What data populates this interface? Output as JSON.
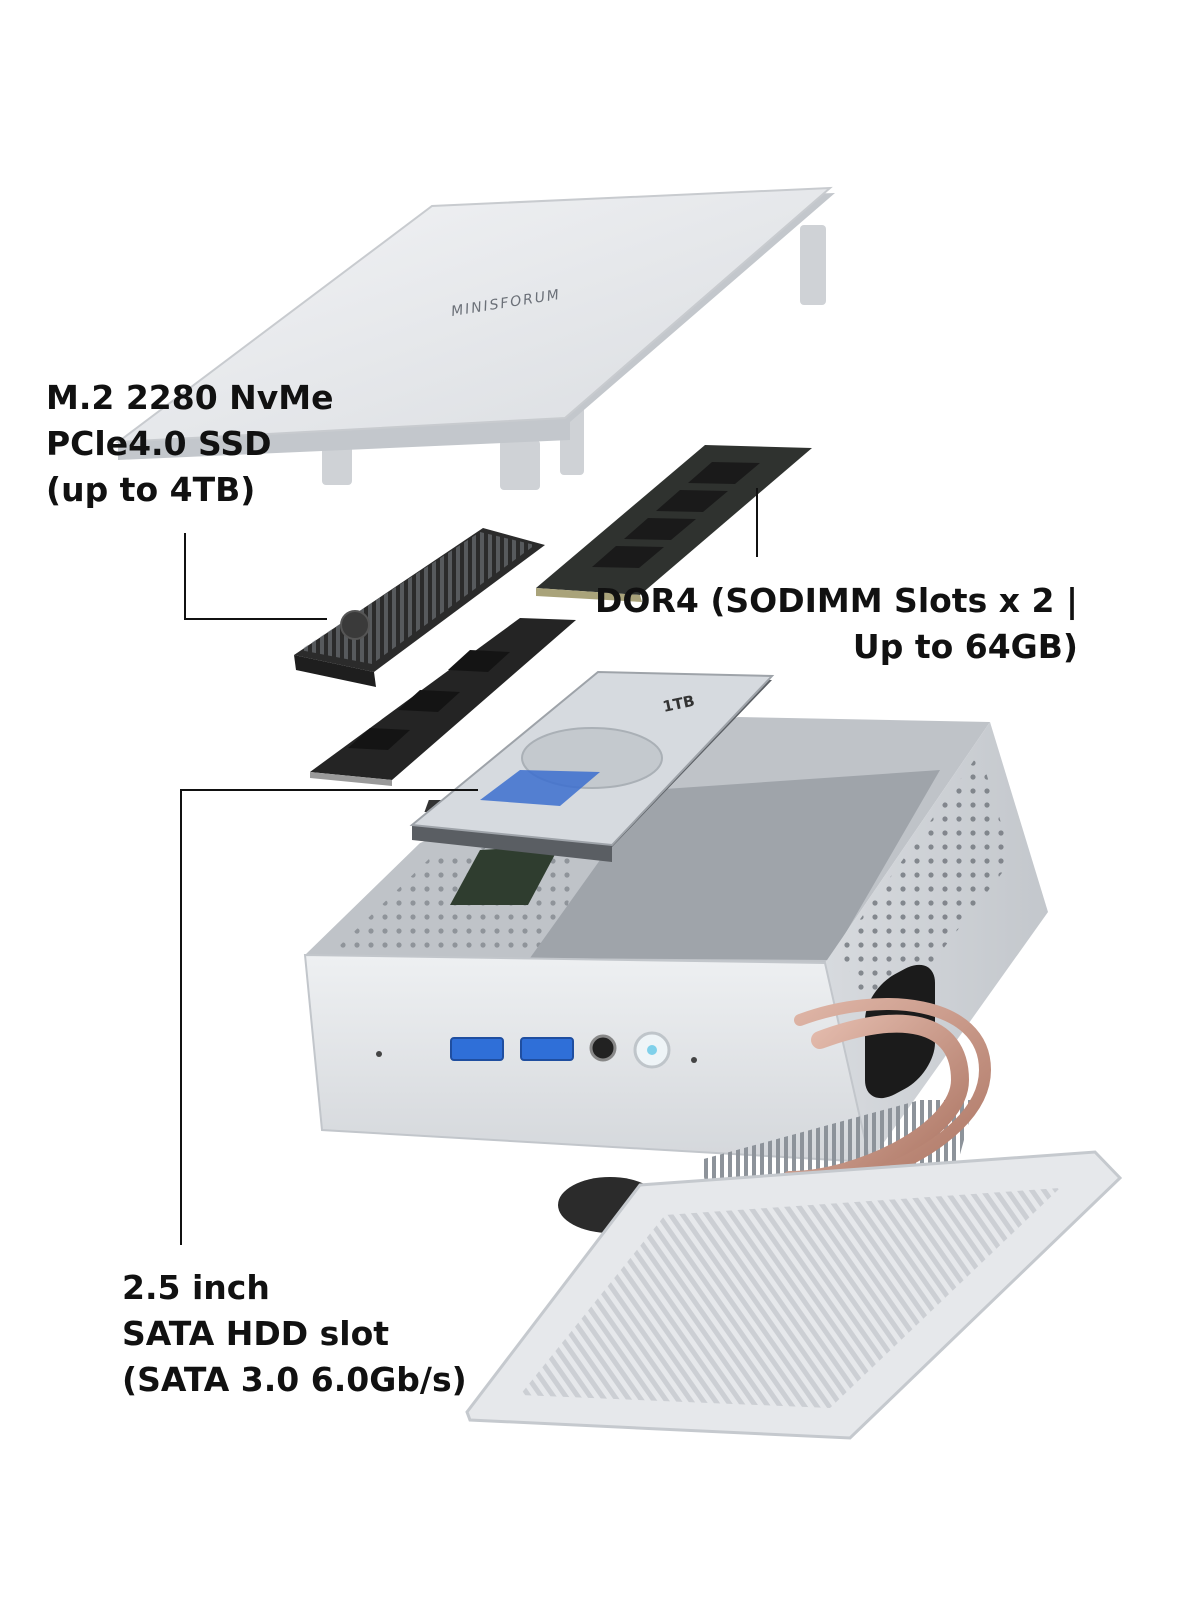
{
  "brand": "MINISFORUM",
  "callouts": {
    "ssd": [
      "M.2 2280 NvMe",
      "PCle4.0 SSD",
      "(up to 4TB)"
    ],
    "ram": [
      "DOR4 (SODIMM Slots x 2 |",
      "Up to 64GB)"
    ],
    "hdd": [
      "2.5 inch",
      "SATA HDD slot",
      "(SATA 3.0 6.0Gb/s)"
    ]
  },
  "hdd_label": "1TB",
  "colors": {
    "chassis": "#e4e6e9",
    "chassis_shadow": "#b9bdc3",
    "heatsink": "#2a2a2a",
    "copper": "#c89484",
    "usb_blue": "#2f6fd8",
    "pcb": "#3a3d3a",
    "text": "#111111"
  }
}
